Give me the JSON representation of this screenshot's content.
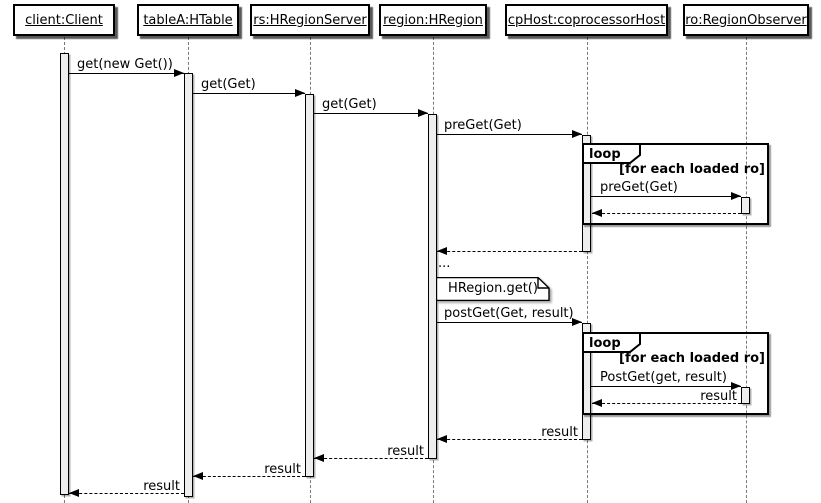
{
  "diagram_type": "uml-sequence-diagram",
  "participants": [
    {
      "id": "client",
      "label": "client:Client"
    },
    {
      "id": "tableA",
      "label": "tableA:HTable"
    },
    {
      "id": "rs",
      "label": "rs:HRegionServer"
    },
    {
      "id": "region",
      "label": "region:HRegion"
    },
    {
      "id": "cpHost",
      "label": "cpHost:coprocessorHost"
    },
    {
      "id": "ro",
      "label": "ro:RegionObserver"
    }
  ],
  "messages": [
    {
      "label": "get(new Get())",
      "from": "client",
      "to": "tableA",
      "kind": "sync"
    },
    {
      "label": "get(Get)",
      "from": "tableA",
      "to": "rs",
      "kind": "sync"
    },
    {
      "label": "get(Get)",
      "from": "rs",
      "to": "region",
      "kind": "sync"
    },
    {
      "label": "preGet(Get)",
      "from": "region",
      "to": "cpHost",
      "kind": "sync"
    },
    {
      "label": "preGet(Get)",
      "from": "cpHost",
      "to": "ro",
      "kind": "sync"
    },
    {
      "label": "",
      "from": "ro",
      "to": "cpHost",
      "kind": "return"
    },
    {
      "label": "",
      "from": "cpHost",
      "to": "region",
      "kind": "return"
    },
    {
      "label": "postGet(Get, result)",
      "from": "region",
      "to": "cpHost",
      "kind": "sync"
    },
    {
      "label": "PostGet(get, result)",
      "from": "cpHost",
      "to": "ro",
      "kind": "sync"
    },
    {
      "label": "result",
      "from": "ro",
      "to": "cpHost",
      "kind": "return"
    },
    {
      "label": "result",
      "from": "cpHost",
      "to": "region",
      "kind": "return"
    },
    {
      "label": "result",
      "from": "region",
      "to": "rs",
      "kind": "return"
    },
    {
      "label": "result",
      "from": "rs",
      "to": "tableA",
      "kind": "return"
    },
    {
      "label": "result",
      "from": "tableA",
      "to": "client",
      "kind": "return"
    }
  ],
  "loops": [
    {
      "operator": "loop",
      "guard": "[for each loaded ro]"
    },
    {
      "operator": "loop",
      "guard": "[for each loaded ro]"
    }
  ],
  "note": {
    "text": "HRegion.get()"
  },
  "ellipsis": "...",
  "colors": {
    "line": "#000000",
    "activation_fill": "#eeeeee",
    "background": "#ffffff",
    "lifeline": "#7a7a7a"
  }
}
